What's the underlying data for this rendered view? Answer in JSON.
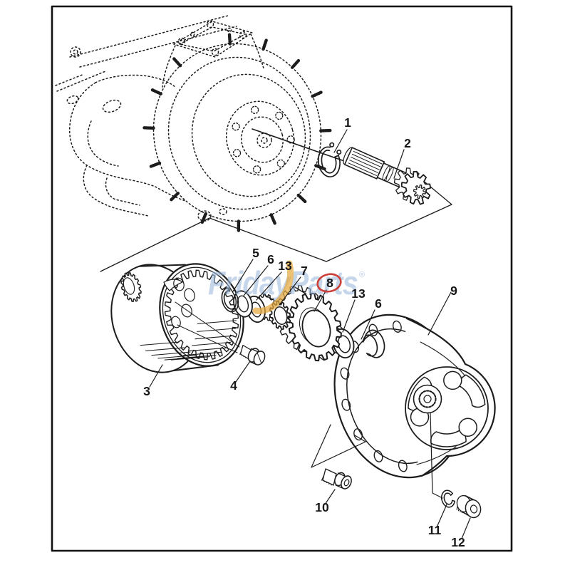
{
  "page": {
    "background": "#ffffff"
  },
  "colors": {
    "line": "#1c1c1c",
    "frame": "#111111",
    "highlight_ring": "#cc4038",
    "watermark_text": "#9bb7da",
    "watermark_swoosh": "#e6a93f"
  },
  "watermark": {
    "text": "FridayParts",
    "registered_mark": "®"
  },
  "callouts": {
    "p1": {
      "label": "1"
    },
    "p2": {
      "label": "2"
    },
    "p3": {
      "label": "3"
    },
    "p4": {
      "label": "4"
    },
    "p5": {
      "label": "5"
    },
    "p6a": {
      "label": "6"
    },
    "p13a": {
      "label": "13"
    },
    "p7": {
      "label": "7"
    },
    "p8": {
      "label": "8"
    },
    "p13b": {
      "label": "13"
    },
    "p6b": {
      "label": "6"
    },
    "p9": {
      "label": "9"
    },
    "p10": {
      "label": "10"
    },
    "p11": {
      "label": "11"
    },
    "p12": {
      "label": "12"
    }
  }
}
